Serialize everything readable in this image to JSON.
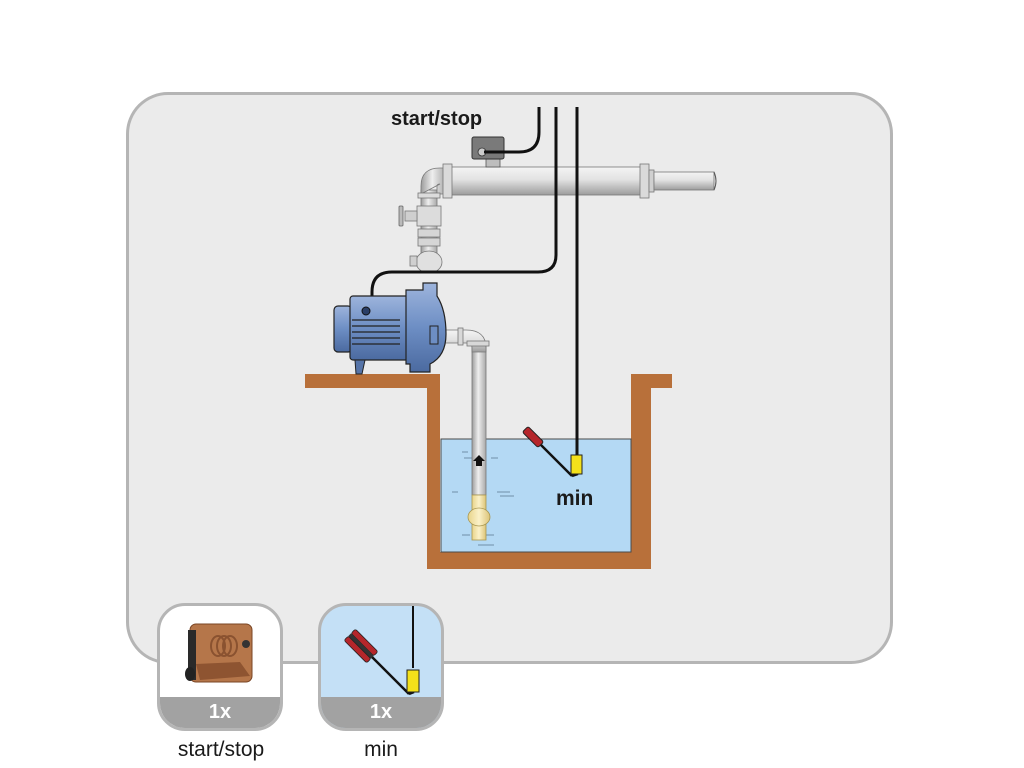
{
  "diagram": {
    "labels": {
      "start_stop": "start/stop",
      "min": "min"
    },
    "components": [
      {
        "id": "pump",
        "name": "Surface centrifugal pump"
      },
      {
        "id": "pressure-switch",
        "name": "start/stop switch on delivery pipe"
      },
      {
        "id": "float-switch",
        "name": "min level float switch"
      },
      {
        "id": "suction-pipe",
        "name": "Suction pipe with foot valve"
      },
      {
        "id": "tank",
        "name": "Water tank / well"
      }
    ],
    "flow_direction": "up"
  },
  "legend": {
    "items": [
      {
        "count": "1x",
        "caption": "start/stop",
        "icon": "pressure-switch-icon"
      },
      {
        "count": "1x",
        "caption": "min",
        "icon": "float-switch-icon"
      }
    ]
  },
  "colors": {
    "panel_bg": "#ebebeb",
    "panel_border": "#b5b5b5",
    "wall": "#b8703a",
    "water": "#b4d9f4",
    "pump_blue": "#6d8ec4",
    "float_red": "#b5262b",
    "sensor_yellow": "#f4e11a",
    "card_footer": "#a2a2a2"
  }
}
